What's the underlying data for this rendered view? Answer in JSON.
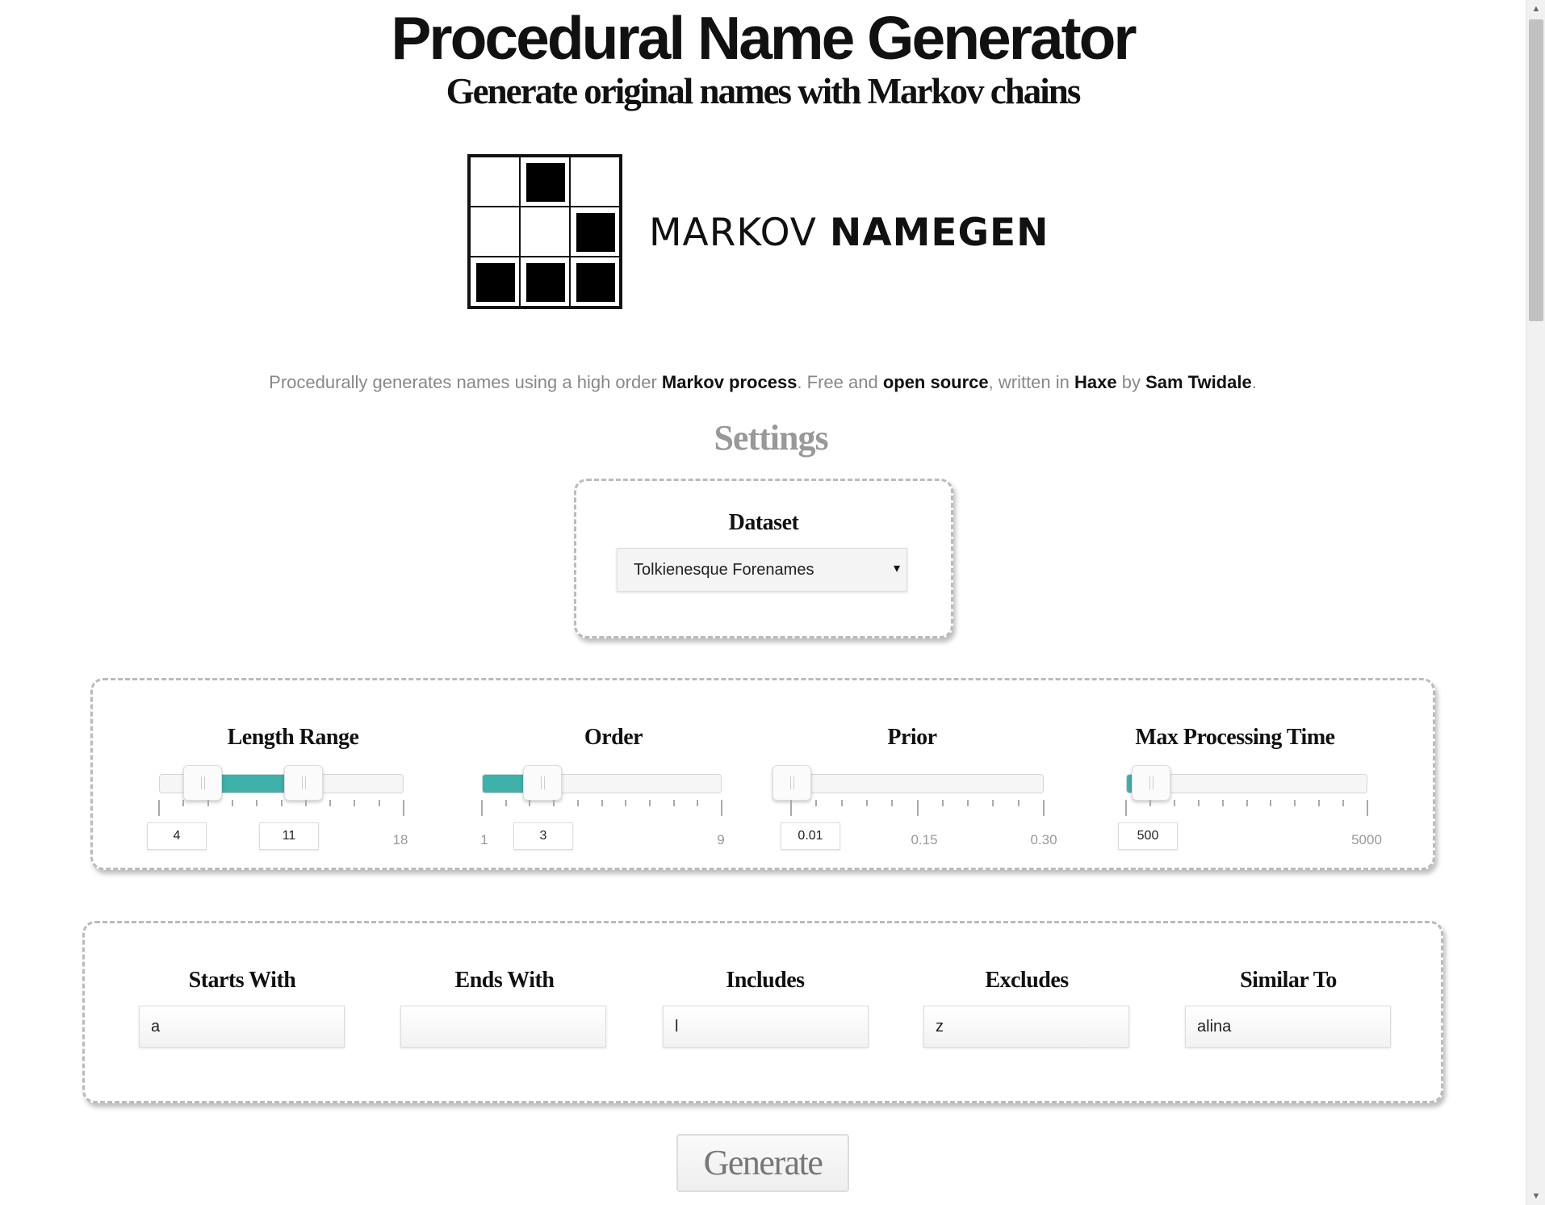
{
  "header": {
    "title": "Procedural Name Generator",
    "subtitle": "Generate original names with Markov chains"
  },
  "logo": {
    "text_light": "MARKOV",
    "text_bold": "NAMEGEN",
    "grid_filled_cells": [
      1,
      5,
      6,
      7,
      8
    ]
  },
  "description": {
    "t1": "Procedurally generates names using a high order ",
    "link1": "Markov process",
    "t2": ". Free and ",
    "link2": "open source",
    "t3": ", written in ",
    "link3": "Haxe",
    "t4": " by ",
    "link4": "Sam Twidale",
    "t5": "."
  },
  "settings": {
    "heading": "Settings",
    "dataset": {
      "label": "Dataset",
      "selected": "Tolkienesque Forenames",
      "arrow": "▾"
    }
  },
  "sliders": {
    "length": {
      "label": "Length Range",
      "min": 1,
      "max": 18,
      "low": 4,
      "high": 11,
      "low_text": "4",
      "high_text": "11",
      "max_label": "18"
    },
    "order": {
      "label": "Order",
      "min": 1,
      "max": 9,
      "value": 3,
      "value_text": "3",
      "min_label": "1",
      "max_label": "9"
    },
    "prior": {
      "label": "Prior",
      "min": 0.01,
      "max": 0.3,
      "value": 0.01,
      "value_text": "0.01",
      "mid_label": "0.15",
      "max_label": "0.30"
    },
    "time": {
      "label": "Max Processing Time",
      "min": 0,
      "max": 5000,
      "value": 500,
      "value_text": "500",
      "max_label": "5000"
    }
  },
  "filters": {
    "starts_with": {
      "label": "Starts With",
      "value": "a"
    },
    "ends_with": {
      "label": "Ends With",
      "value": ""
    },
    "includes": {
      "label": "Includes",
      "value": "l"
    },
    "excludes": {
      "label": "Excludes",
      "value": "z"
    },
    "similar_to": {
      "label": "Similar To",
      "value": "alina"
    }
  },
  "generate": {
    "label": "Generate"
  },
  "colors": {
    "accent": "#3eb1aa",
    "panel_border": "#bbbbbb",
    "muted_text": "#888888"
  }
}
